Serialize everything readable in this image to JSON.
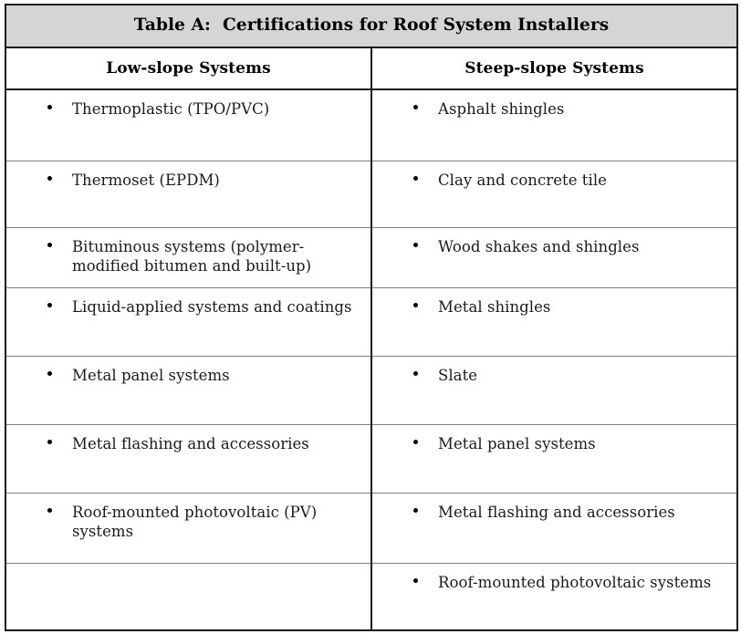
{
  "table": {
    "title": "Table A:  Certifications for Roof System Installers",
    "title_background": "#d5d5d5",
    "border_color": "#1a1a1a",
    "inner_rule_color": "#7d7d7d",
    "bullet_glyph": "•",
    "columns": [
      {
        "header": "Low-slope Systems"
      },
      {
        "header": "Steep-slope Systems"
      }
    ],
    "rows": [
      {
        "left": "Thermoplastic (TPO/PVC)",
        "right": "Asphalt shingles"
      },
      {
        "left": "Thermoset (EPDM)",
        "right": "Clay and concrete tile"
      },
      {
        "left": "Bituminous systems (polymer-\nmodified bitumen and built-up)",
        "right": "Wood shakes and shingles"
      },
      {
        "left": "Liquid-applied systems and coatings",
        "right": "Metal shingles"
      },
      {
        "left": "Metal panel systems",
        "right": "Slate"
      },
      {
        "left": "Metal flashing and accessories",
        "right": "Metal panel systems"
      },
      {
        "left": "Roof-mounted photovoltaic (PV)\nsystems",
        "right": "Metal flashing and accessories"
      },
      {
        "left": "",
        "right": "Roof-mounted photovoltaic systems"
      }
    ]
  }
}
